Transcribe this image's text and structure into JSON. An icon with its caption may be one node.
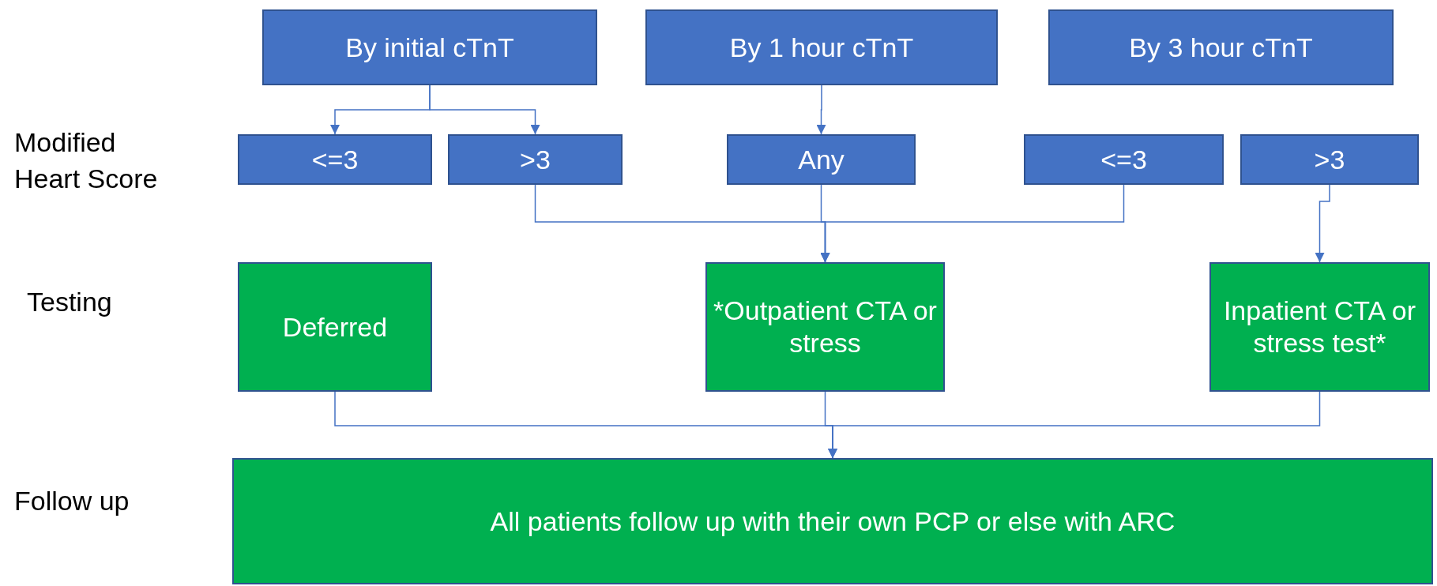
{
  "diagram": {
    "nodes": [
      {
        "text": [
          "By initial cTnT"
        ]
      },
      {
        "text": [
          "By 1 hour cTnT"
        ]
      },
      {
        "text": [
          "By 3 hour cTnT"
        ]
      },
      {
        "text": [
          "<=3"
        ]
      },
      {
        "text": [
          ">3"
        ]
      },
      {
        "text": [
          "Any"
        ]
      },
      {
        "text": [
          "<=3"
        ]
      },
      {
        "text": [
          ">3"
        ]
      },
      {
        "text": [
          "Deferred"
        ]
      },
      {
        "text": [
          "*Outpatient CTA or stress"
        ]
      },
      {
        "text": [
          "Inpatient CTA or stress test*"
        ]
      },
      {
        "text": [
          "All patients follow up with their own PCP or else with ARC"
        ]
      }
    ],
    "edges": [
      {
        "from": 0,
        "to": 3,
        "arrow": "to"
      },
      {
        "from": 0,
        "to": 4,
        "arrow": "to"
      },
      {
        "from": 1,
        "to": 5,
        "arrow": "to"
      },
      {
        "from": 4,
        "to": 9,
        "arrow": "to"
      },
      {
        "from": 5,
        "to": 9,
        "arrow": "to"
      },
      {
        "from": 6,
        "to": 9,
        "arrow": "to"
      },
      {
        "from": 7,
        "to": 10,
        "arrow": "to"
      },
      {
        "from": 8,
        "to": 11,
        "arrow": "to"
      },
      {
        "from": 9,
        "to": 11,
        "arrow": "to"
      },
      {
        "from": 10,
        "to": 11,
        "arrow": "to"
      }
    ],
    "labels": [
      "Modified Heart Score",
      "Testing",
      "Follow up"
    ]
  }
}
